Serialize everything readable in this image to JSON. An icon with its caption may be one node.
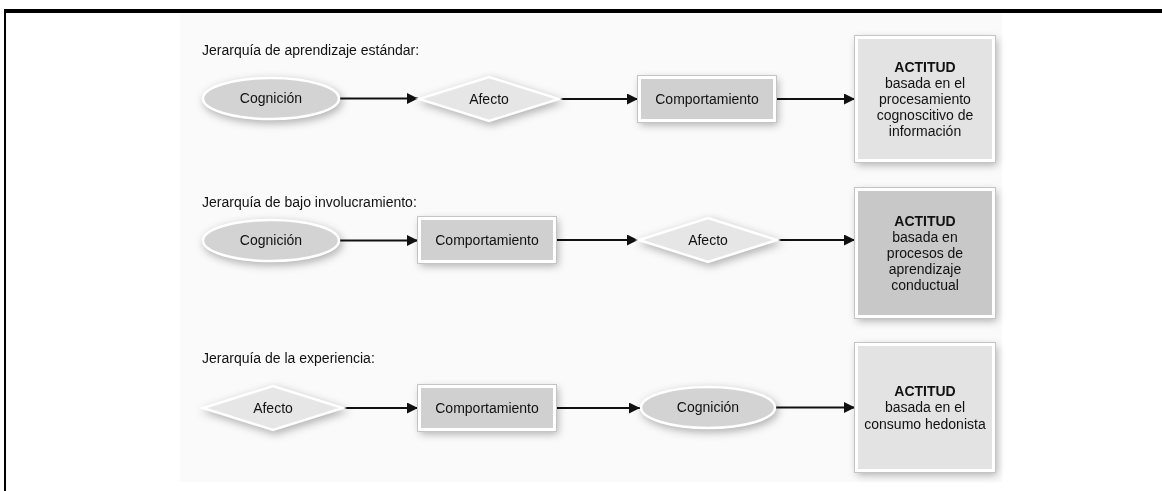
{
  "diagram": {
    "nodes": [
      {
        "text": [
          "Cognición"
        ]
      },
      {
        "text": [
          "Afecto"
        ]
      },
      {
        "text": [
          "Comportamiento"
        ]
      },
      {
        "text": [
          "ACTITUD",
          "basada en el procesamiento cognoscitivo de información"
        ]
      },
      {
        "text": [
          "Cognición"
        ]
      },
      {
        "text": [
          "Comportamiento"
        ]
      },
      {
        "text": [
          "Afecto"
        ]
      },
      {
        "text": [
          "ACTITUD",
          "basada en procesos de aprendizaje conductual"
        ]
      },
      {
        "text": [
          "Afecto"
        ]
      },
      {
        "text": [
          "Comportamiento"
        ]
      },
      {
        "text": [
          "Cognición"
        ]
      },
      {
        "text": [
          "ACTITUD",
          "basada en el consumo hedonista"
        ]
      }
    ],
    "edges": [
      {
        "from": 0,
        "to": 1,
        "arrow": "to"
      },
      {
        "from": 1,
        "to": 2,
        "arrow": "to"
      },
      {
        "from": 2,
        "to": 3,
        "arrow": "to"
      },
      {
        "from": 4,
        "to": 5,
        "arrow": "to"
      },
      {
        "from": 5,
        "to": 6,
        "arrow": "to"
      },
      {
        "from": 6,
        "to": 7,
        "arrow": "to"
      },
      {
        "from": 8,
        "to": 9,
        "arrow": "to"
      },
      {
        "from": 9,
        "to": 10,
        "arrow": "to"
      },
      {
        "from": 10,
        "to": 11,
        "arrow": "to"
      }
    ],
    "labels": [
      "Jerarquía de aprendizaje estándar:",
      "Jerarquía de bajo involucramiento:",
      "Jerarquía de la experiencia:"
    ]
  }
}
